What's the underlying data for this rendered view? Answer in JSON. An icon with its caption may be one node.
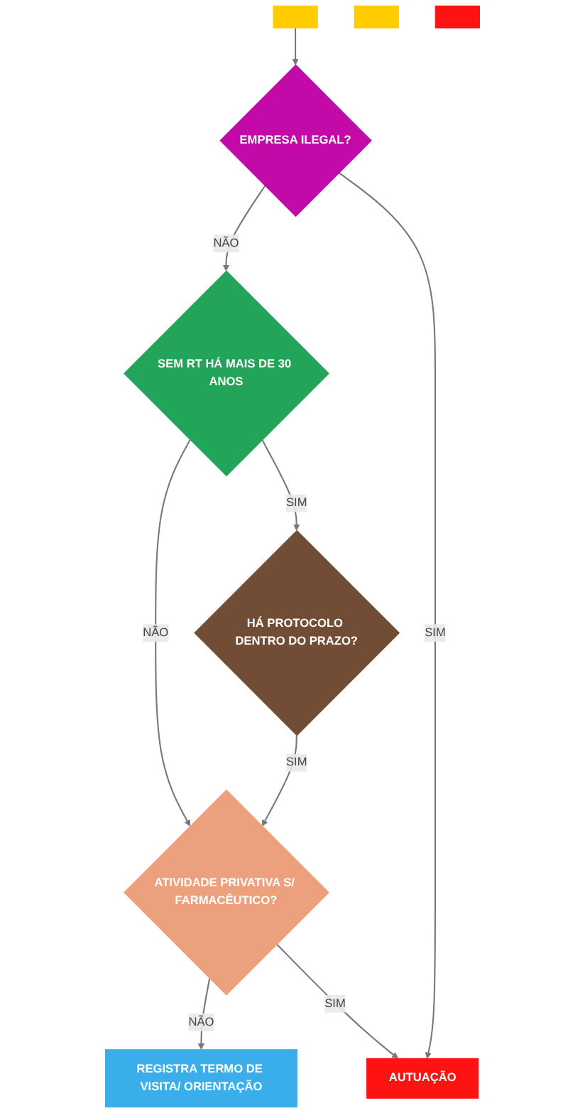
{
  "diagram": {
    "nodes": [
      {
        "text": [],
        "shape": "box"
      },
      {
        "text": [
          "EMPRESA ILEGAL?"
        ]
      },
      {
        "text": [
          "REGISTRA TERMO DE VISITA/ ORIENTAÇÃO"
        ]
      },
      {
        "text": [
          "SEM RT HÁ MAIS DE 30 ANOS"
        ]
      },
      {
        "text": [
          "ATIVIDADE PRIVATIVA S/ FARMACÊUTICO?"
        ]
      },
      {
        "text": [
          "HÁ PROTOCOLO DENTRO DO PRAZO?"
        ]
      },
      {
        "text": [
          "AUTUAÇÃO"
        ]
      },
      {
        "text": [],
        "shape": "box"
      },
      {
        "text": [],
        "shape": "box"
      }
    ],
    "edges": [
      {
        "from": 0,
        "to": 1,
        "arrow": "to"
      },
      {
        "from": 1,
        "to": 3,
        "label": "NÃO",
        "arrow": "to"
      },
      {
        "from": 1,
        "to": 6,
        "label": "SIM",
        "arrow": "to"
      },
      {
        "from": 3,
        "to": 4,
        "label": "NÃO",
        "arrow": "to"
      },
      {
        "from": 3,
        "to": 5,
        "label": "SIM",
        "arrow": "to"
      },
      {
        "from": 4,
        "to": 2,
        "label": "NÃO",
        "arrow": "to"
      },
      {
        "from": 5,
        "to": 4,
        "label": "SIM",
        "arrow": "to"
      },
      {
        "from": 4,
        "to": 6,
        "label": "SIM",
        "arrow": "to"
      }
    ]
  }
}
